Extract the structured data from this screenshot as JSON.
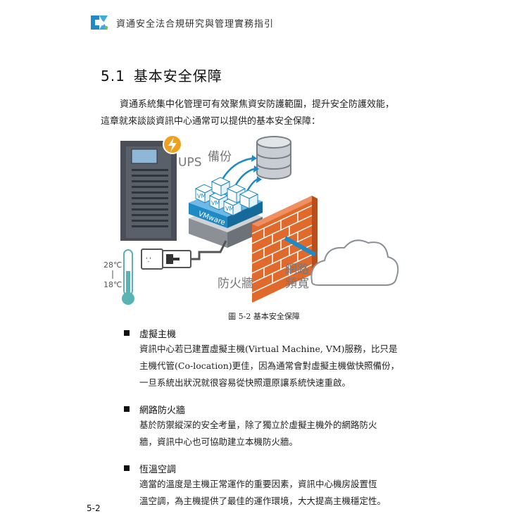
{
  "header": {
    "title": "資通安全法合規研究與管理實務指引",
    "logo_color": "#1e8ac6"
  },
  "section": {
    "number": "5.1",
    "title": "基本安全保障"
  },
  "intro": {
    "lines": [
      "資通系統集中化管理可有效聚焦資安防護範圍，提升安全防護效能，",
      "這章就來談談資訊中心通常可以提供的基本安全保障："
    ]
  },
  "figure": {
    "labels": {
      "ups": "UPS",
      "backup": "備份",
      "vm": "VM",
      "vmware": "VMware",
      "firewall": "防火牆",
      "network_line1": "網路",
      "network_line2": "頻寬",
      "temp_high": "28℃",
      "temp_low": "18℃",
      "outlet": "'.'"
    },
    "caption": "圖 5-2  基本安全保障",
    "colors": {
      "accent": "#1e8ac6",
      "brick": "#e06a2c",
      "thermo": "#5ab3b3",
      "ups_body": "#4a4f57"
    }
  },
  "bullets": [
    {
      "title": "虛擬主機",
      "lines": [
        "資訊中心若已建置虛擬主機(Virtual Machine, VM)服務，比只是",
        "主機代管(Co-location)更佳，因為通常會對虛擬主機做快照備份，",
        "一旦系統出狀況就很容易從快照還原讓系統快速重啟。"
      ]
    },
    {
      "title": "網路防火牆",
      "lines": [
        "基於防禦縱深的安全考量，除了獨立於虛擬主機外的網路防火",
        "牆，資訊中心也可協助建立本機防火牆。"
      ]
    },
    {
      "title": "恆溫空調",
      "lines": [
        "適當的溫度是主機正常運作的重要因素，資訊中心機房設置恆",
        "溫空調，為主機提供了最佳的運作環境，大大提高主機穩定性。"
      ]
    }
  ],
  "page_number": "5-2"
}
